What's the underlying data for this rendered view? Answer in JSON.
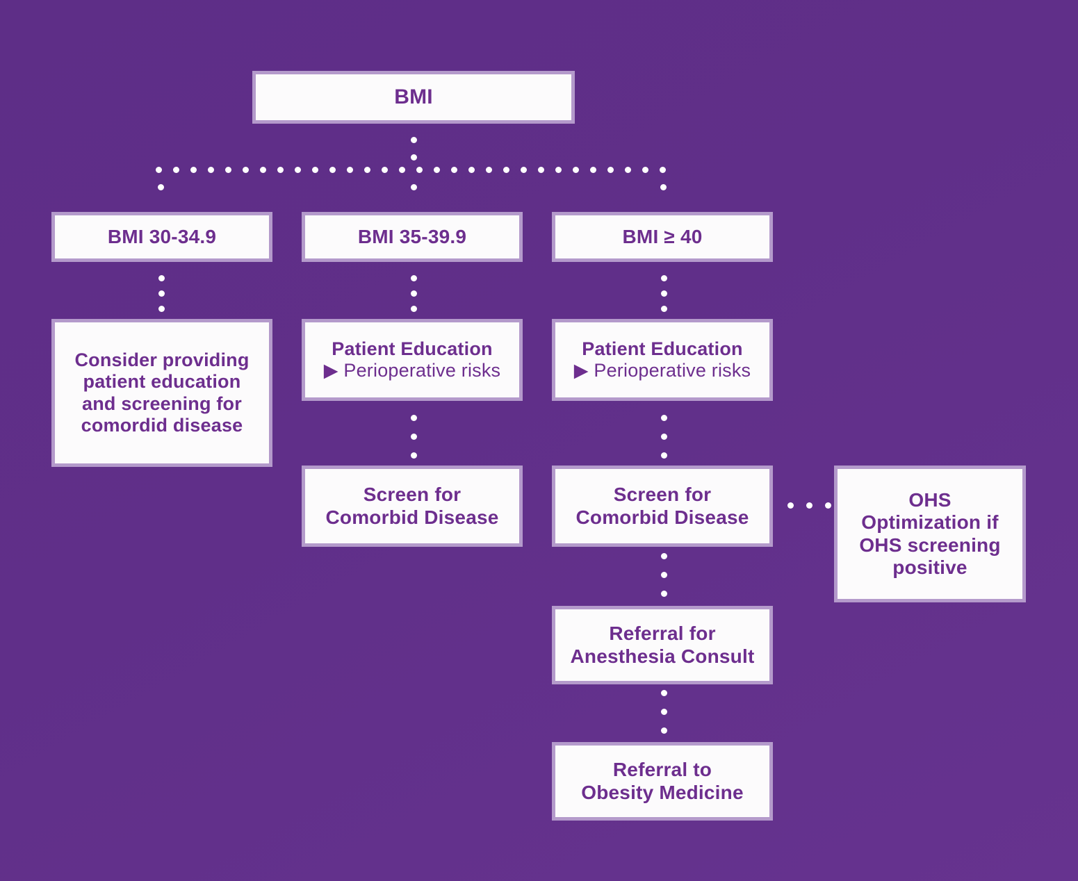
{
  "diagram": {
    "title": "BMI Preoperative Pathway Flowchart",
    "background_color": "#5D2E88",
    "box_fill_color": "#FCFBFC",
    "box_border_color": "#B49ACB",
    "text_color": "#6D2E8E",
    "connector_color": "#FFFFFF",
    "connector_style": "dotted"
  },
  "nodes": {
    "root": {
      "label": "BMI"
    },
    "bmi_30_34": {
      "label": "BMI 30-34.9"
    },
    "bmi_35_39": {
      "label": "BMI 35-39.9"
    },
    "bmi_40": {
      "label": "BMI ≥ 40"
    },
    "consider_education": {
      "line1": "Consider providing",
      "line2": "patient education",
      "line3": "and screening for",
      "line4": "comordid disease"
    },
    "patient_education_mid": {
      "title": "Patient Education",
      "bullet": "▶ Perioperative risks"
    },
    "patient_education_right": {
      "title": "Patient Education",
      "bullet": "▶ Perioperative risks"
    },
    "screen_comorbid_mid": {
      "line1": "Screen for",
      "line2": "Comorbid Disease"
    },
    "screen_comorbid_right": {
      "line1": "Screen for",
      "line2": "Comorbid Disease"
    },
    "ohs_optimization": {
      "line1": "OHS",
      "line2": "Optimization if",
      "line3": "OHS screening",
      "line4": "positive"
    },
    "referral_anesthesia": {
      "line1": "Referral for",
      "line2": "Anesthesia Consult"
    },
    "referral_obesity": {
      "line1": "Referral to",
      "line2": "Obesity Medicine"
    }
  },
  "edges": [
    {
      "from": "root",
      "to": "bmi_30_34"
    },
    {
      "from": "root",
      "to": "bmi_35_39"
    },
    {
      "from": "root",
      "to": "bmi_40"
    },
    {
      "from": "bmi_30_34",
      "to": "consider_education"
    },
    {
      "from": "bmi_35_39",
      "to": "patient_education_mid"
    },
    {
      "from": "bmi_40",
      "to": "patient_education_right"
    },
    {
      "from": "patient_education_mid",
      "to": "screen_comorbid_mid"
    },
    {
      "from": "patient_education_right",
      "to": "screen_comorbid_right"
    },
    {
      "from": "screen_comorbid_right",
      "to": "ohs_optimization"
    },
    {
      "from": "screen_comorbid_right",
      "to": "referral_anesthesia"
    },
    {
      "from": "referral_anesthesia",
      "to": "referral_obesity"
    }
  ]
}
